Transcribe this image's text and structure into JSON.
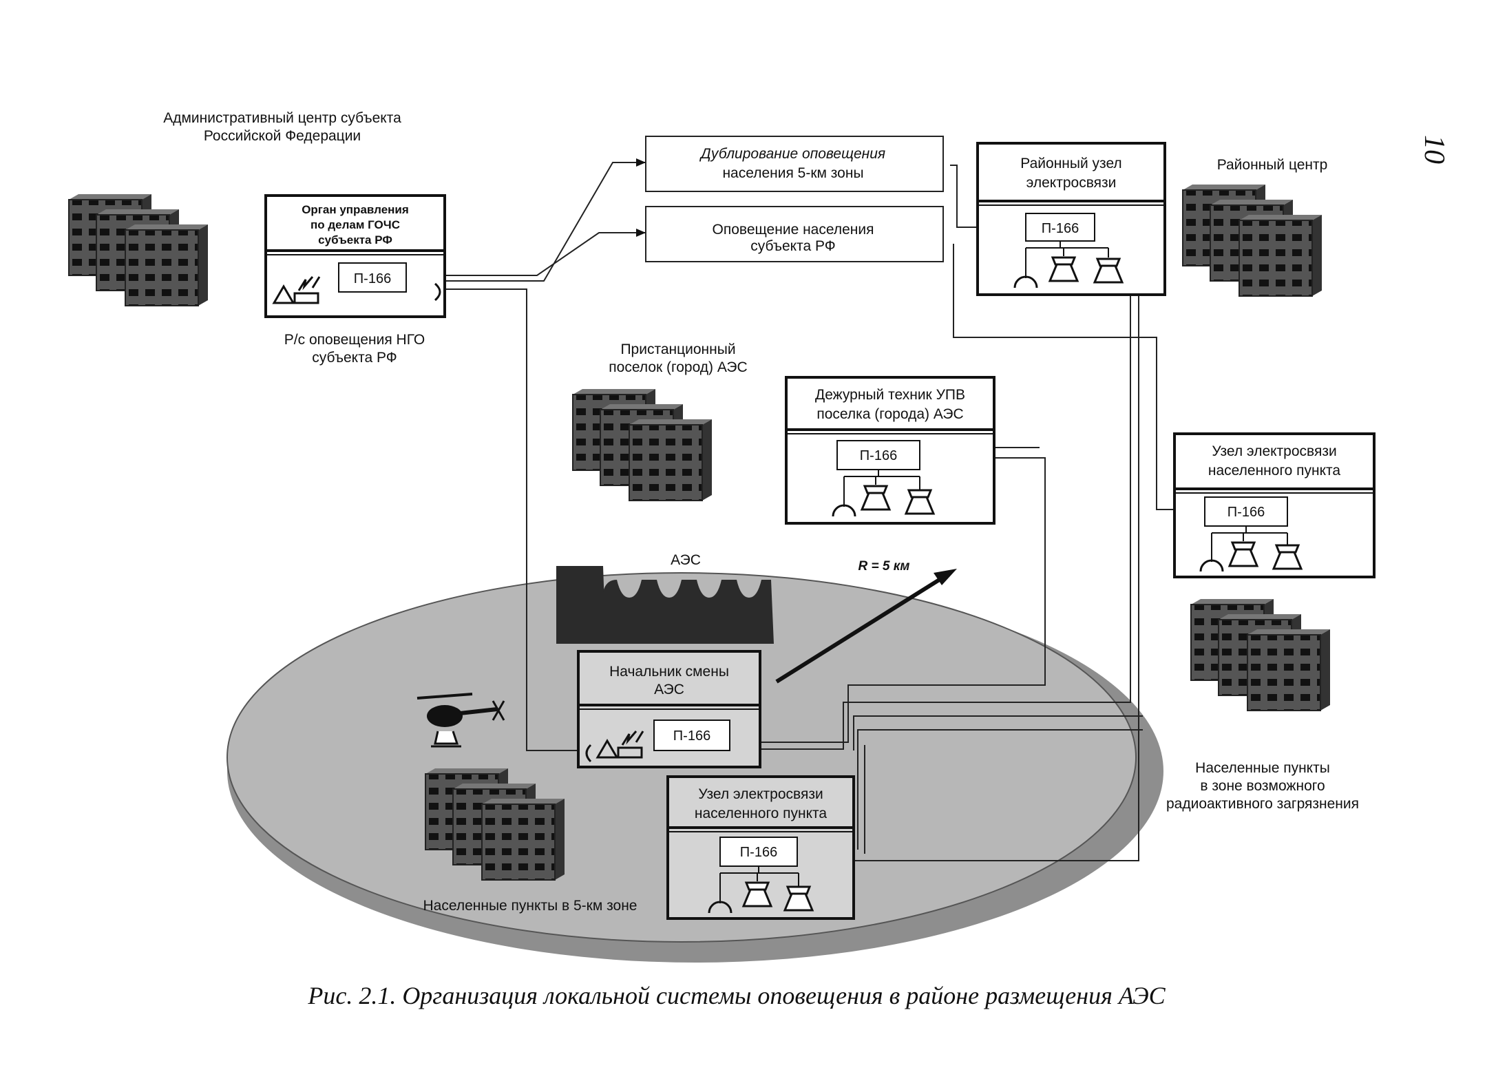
{
  "page_number": "10",
  "caption": "Рис. 2.1. Организация локальной системы оповещения в районе размещения АЭС",
  "labels": {
    "admin_center_l1": "Административный центр субъекта",
    "admin_center_l2": "Российской Федерации",
    "rs_ngo_l1": "Р/с оповещения НГО",
    "rs_ngo_l2": "субъекта РФ",
    "station_town_l1": "Пристанционный",
    "station_town_l2": "поселок (город) АЭС",
    "district_center": "Районный центр",
    "aes": "АЭС",
    "radius": "R = 5 км",
    "settlements_5km": "Населенные пункты в 5-км зоне",
    "settlements_zone_l1": "Населенные пункты",
    "settlements_zone_l2": "в зоне возможного",
    "settlements_zone_l3": "радиоактивного загрязнения"
  },
  "boxes": {
    "gochs": {
      "l1": "Орган управления",
      "l2": "по делам ГОЧС",
      "l3": "субъекта РФ",
      "device": "П-166"
    },
    "dup": {
      "l1": "Дублирование оповещения",
      "l2": "населения 5-км зоны"
    },
    "notify": {
      "l1": "Оповещение населения",
      "l2": "субъекта РФ"
    },
    "district_node": {
      "l1": "Районный узел",
      "l2": "электросвязи",
      "device": "П-166"
    },
    "duty_tech": {
      "l1": "Дежурный техник УПВ",
      "l2": "поселка (города) АЭС",
      "device": "П-166"
    },
    "node_settle_right": {
      "l1": "Узел электросвязи",
      "l2": "населенного пункта",
      "device": "П-166"
    },
    "shift_chief": {
      "l1": "Начальник смены",
      "l2": "АЭС",
      "device": "П-166"
    },
    "node_settle_zone": {
      "l1": "Узел электросвязи",
      "l2": "населенного пункта",
      "device": "П-166"
    }
  }
}
